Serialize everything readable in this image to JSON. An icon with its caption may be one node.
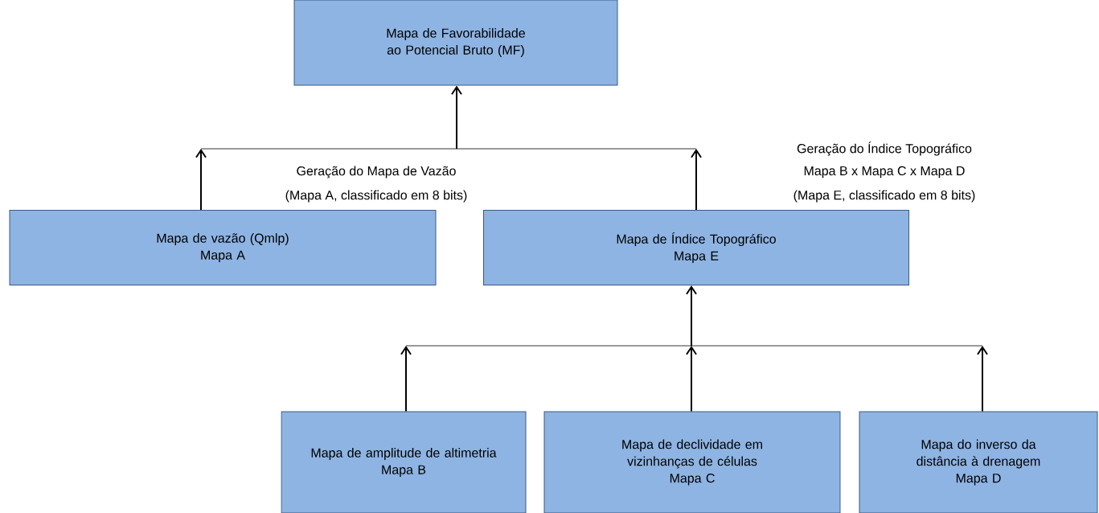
{
  "diagram": {
    "nodes": [
      {
        "text": [
          "Mapa de Favorabilidade ao Potencial Bruto (MF)"
        ]
      },
      {
        "text": [
          "Mapa de vazão (Qmlp)",
          "Mapa A"
        ]
      },
      {
        "text": [
          "Mapa de Índice Topográfico",
          "Mapa E"
        ]
      },
      {
        "text": [
          "Mapa de amplitude de altimetria",
          "Mapa B"
        ]
      },
      {
        "text": [
          "Mapa de declividade em vizinhanças de células",
          "Mapa C"
        ]
      },
      {
        "text": [
          "Mapa do inverso da distância à drenagem",
          "Mapa D"
        ]
      }
    ],
    "edges": [
      {
        "from": 1,
        "to": 0,
        "arrow": "to"
      },
      {
        "from": 2,
        "to": 0,
        "arrow": "to"
      },
      {
        "from": 3,
        "to": 2,
        "arrow": "to"
      },
      {
        "from": 4,
        "to": 2,
        "arrow": "to"
      },
      {
        "from": 5,
        "to": 2,
        "arrow": "to"
      }
    ],
    "labels": [
      "Geração do Mapa de Vazão",
      "(Mapa A, classificado em 8 bits)",
      "Geração do Índice Topográfico",
      "Mapa B x Mapa C x Mapa D",
      "(Mapa E, classificado em 8 bits)"
    ]
  }
}
